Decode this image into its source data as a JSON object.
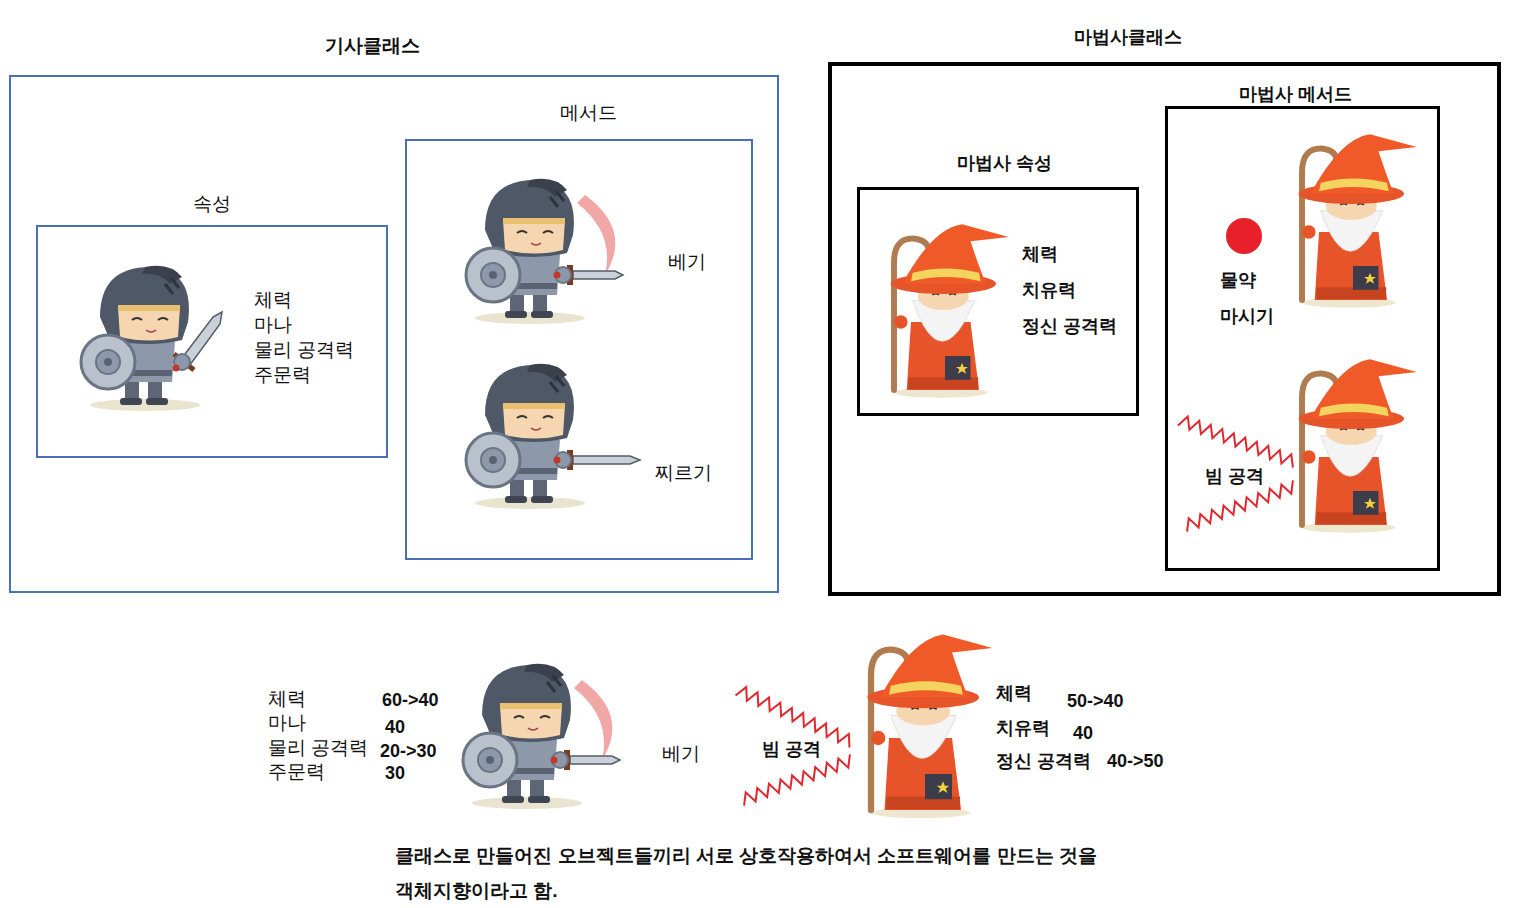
{
  "diagram": {
    "caption": "클래스로 만들어진 오브젝트들끼리 서로 상호작용하여서 소프트웨어를 만드는 것을 객체지향이라고 함.",
    "nodes": [
      {
        "text": [
          "기사클래스"
        ]
      },
      {
        "text": [
          "속성",
          "체력",
          "마나",
          "물리 공격력",
          "주문력"
        ],
        "in": 0
      },
      {
        "text": [
          "메서드",
          "베기",
          "찌르기"
        ],
        "in": 0
      },
      {
        "text": [
          "마법사클래스"
        ]
      },
      {
        "text": [
          "마법사 속성",
          "체력",
          "치유력",
          "정신 공격력"
        ],
        "in": 3
      },
      {
        "text": [
          "마법사 메서드",
          "물약 마시기",
          "빔 공격"
        ],
        "in": 3
      }
    ],
    "labels": [
      "체력",
      "60->40",
      "마나",
      "40",
      "물리 공격력",
      "20->30",
      "주문력",
      "30",
      "베기",
      "빔 공격",
      "체력",
      "50->40",
      "치유력",
      "40",
      "정신 공격력",
      "40->50"
    ]
  }
}
